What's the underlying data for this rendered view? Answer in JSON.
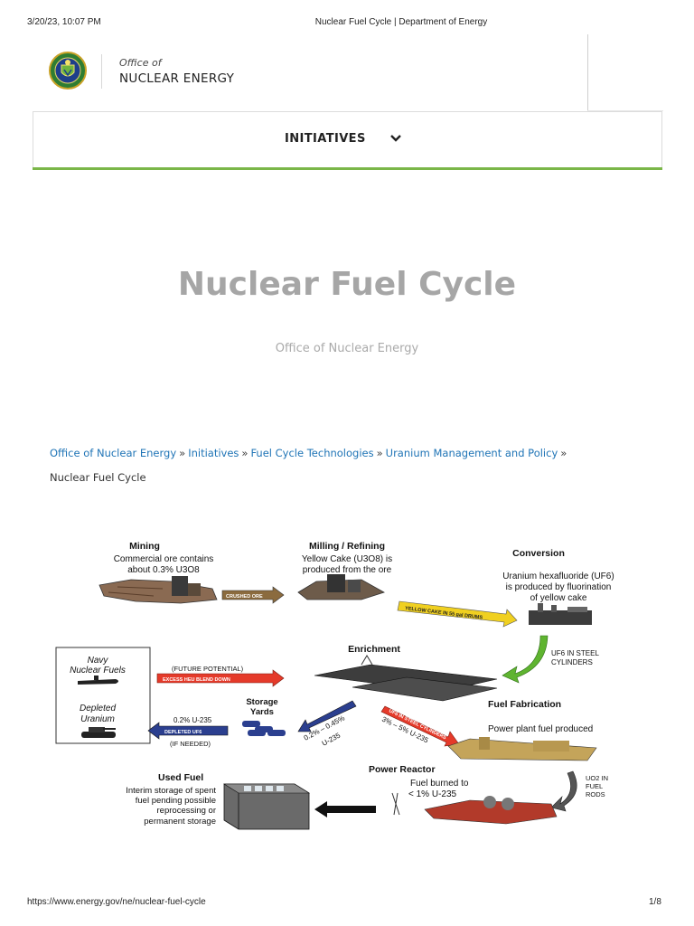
{
  "print": {
    "datetime": "3/20/23, 10:07 PM",
    "page_title": "Nuclear Fuel Cycle | Department of Energy",
    "url": "https://www.energy.gov/ne/nuclear-fuel-cycle",
    "page_number": "1/8"
  },
  "header": {
    "office_of": "Office of",
    "office_name": "NUCLEAR ENERGY",
    "logo": "doe-seal-icon"
  },
  "nav": {
    "label": "INITIATIVES",
    "icon": "chevron-down-icon"
  },
  "hero": {
    "title": "Nuclear Fuel Cycle",
    "subtitle": "Office of Nuclear Energy"
  },
  "breadcrumb": {
    "items": [
      "Office of Nuclear Energy",
      "Initiatives",
      "Fuel Cycle Technologies",
      "Uranium Management and Policy"
    ],
    "separator": "»",
    "current": "Nuclear Fuel Cycle"
  },
  "diagram": {
    "mining_title": "Mining",
    "mining_desc1": "Commercial ore contains",
    "mining_desc2": "about 0.3% U3O8",
    "crushed_ore": "CRUSHED ORE",
    "milling_title": "Milling / Refining",
    "milling_desc1": "Yellow Cake (U3O8) is",
    "milling_desc2": "produced from the ore",
    "yellowcake_arrow": "YELLOW CAKE IN 55 gal DRUMS",
    "conversion_title": "Conversion",
    "conversion_desc1": "Uranium hexafluoride (UF6)",
    "conversion_desc2": "is produced by fluorination",
    "conversion_desc3": "of yellow cake",
    "uf6_cyl1": "UF6 IN STEEL",
    "uf6_cyl2": "CYLINDERS",
    "enrichment_title": "Enrichment",
    "navy1": "Navy",
    "navy2": "Nuclear Fuels",
    "depleted1": "Depleted",
    "depleted2": "Uranium",
    "future_potential": "(FUTURE POTENTIAL)",
    "excess_heu": "EXCESS HEU BLEND DOWN",
    "storage_title1": "Storage",
    "storage_title2": "Yards",
    "u235_02": "0.2% U-235",
    "depleted_uf6": "DEPLETED UF6",
    "if_needed": "(IF NEEDED)",
    "depleted_uf6_b": "DEPLETED UF6",
    "range_02_045a": "0.2% – 0.45%",
    "range_02_045b": "U-235",
    "uf6_cylinders": "UF6 IN STEEL CYLINDERS",
    "range_3_5a": "3% – 5% U-235",
    "fabrication_title": "Fuel Fabrication",
    "fabrication_desc": "Power plant fuel produced",
    "uo2_1": "UO2 IN",
    "uo2_2": "FUEL",
    "uo2_3": "RODS",
    "reactor_title": "Power Reactor",
    "reactor_desc1": "Fuel burned to",
    "reactor_desc2": "< 1% U-235",
    "usedfuel_title": "Used Fuel",
    "usedfuel_desc1": "Interim storage of spent",
    "usedfuel_desc2": "fuel pending possible",
    "usedfuel_desc3": "reprocessing or",
    "usedfuel_desc4": "permanent storage"
  }
}
